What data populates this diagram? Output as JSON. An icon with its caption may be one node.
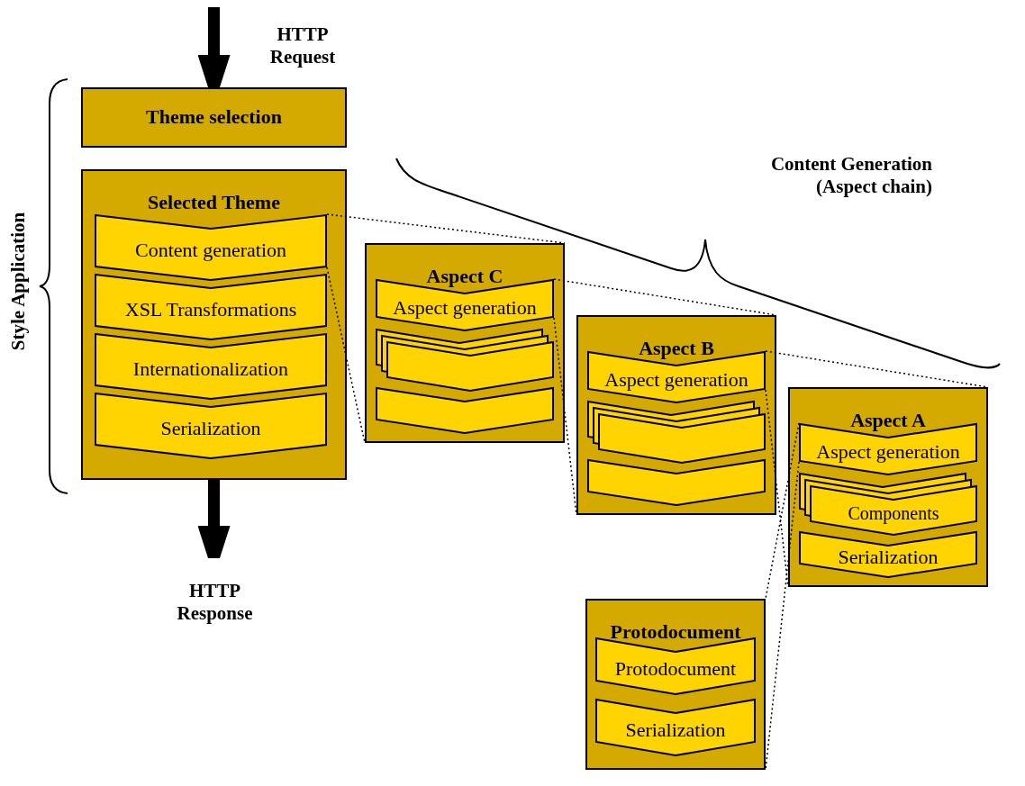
{
  "diagram": {
    "nodes": [
      {
        "text": [
          "Theme selection"
        ]
      },
      {
        "text": [
          "Selected Theme"
        ]
      },
      {
        "text": [
          "Content generation"
        ],
        "in": 1
      },
      {
        "text": [
          "XSL Transformations"
        ],
        "in": 1
      },
      {
        "text": [
          "Internationalization"
        ],
        "in": 1
      },
      {
        "text": [
          "Serialization"
        ],
        "in": 1
      },
      {
        "text": [
          "Aspect  C"
        ]
      },
      {
        "text": [
          "Aspect generation"
        ],
        "in": 6
      },
      {
        "text": [],
        "shape": "box",
        "in": 6
      },
      {
        "text": [],
        "shape": "box",
        "in": 6
      },
      {
        "text": [
          "Aspect  B"
        ]
      },
      {
        "text": [
          "Aspect generation"
        ],
        "in": 10
      },
      {
        "text": [],
        "shape": "box",
        "in": 10
      },
      {
        "text": [],
        "shape": "box",
        "in": 10
      },
      {
        "text": [
          "Aspect  A"
        ]
      },
      {
        "text": [
          "Aspect generation"
        ],
        "in": 14
      },
      {
        "text": [
          "Components"
        ],
        "in": 14
      },
      {
        "text": [
          "Serialization"
        ],
        "in": 14
      },
      {
        "text": [
          "Protodocument"
        ]
      },
      {
        "text": [
          "Protodocument"
        ],
        "in": 18
      },
      {
        "text": [
          "Serialization"
        ],
        "in": 18
      }
    ],
    "edges": [
      {
        "from": null,
        "to": 0,
        "arrow": "to",
        "style": "thick"
      },
      {
        "from": 1,
        "to": null,
        "arrow": "to",
        "style": "thick"
      },
      {
        "from": 2,
        "to": 6,
        "arrow": "none",
        "style": "dashed"
      },
      {
        "from": 2,
        "to": 6,
        "arrow": "none",
        "style": "dashed"
      },
      {
        "from": 7,
        "to": 10,
        "arrow": "none",
        "style": "dashed"
      },
      {
        "from": 7,
        "to": 10,
        "arrow": "none",
        "style": "dashed"
      },
      {
        "from": 11,
        "to": 14,
        "arrow": "none",
        "style": "dashed"
      },
      {
        "from": 11,
        "to": 14,
        "arrow": "none",
        "style": "dashed"
      },
      {
        "from": 15,
        "to": 18,
        "arrow": "none",
        "style": "dashed"
      },
      {
        "from": 15,
        "to": 18,
        "arrow": "none",
        "style": "dashed"
      }
    ],
    "labels": [
      "HTTP Request",
      "Style Application",
      "Content Generation (Aspect chain)",
      "HTTP Response"
    ]
  }
}
